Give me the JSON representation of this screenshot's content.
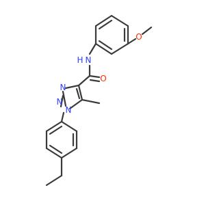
{
  "molecule": {
    "atoms": {
      "nitrogen_amide": "N",
      "hydrogen_amide": "H",
      "oxygen_carbonyl": "O",
      "oxygen_methoxy": "O",
      "nitrogen_triazole_1": "N",
      "nitrogen_triazole_2": "N",
      "nitrogen_triazole_3": "N"
    },
    "colors": {
      "bond": "#3a3a3a",
      "nitrogen": "#2f3cff",
      "oxygen": "#ff2a00"
    }
  }
}
